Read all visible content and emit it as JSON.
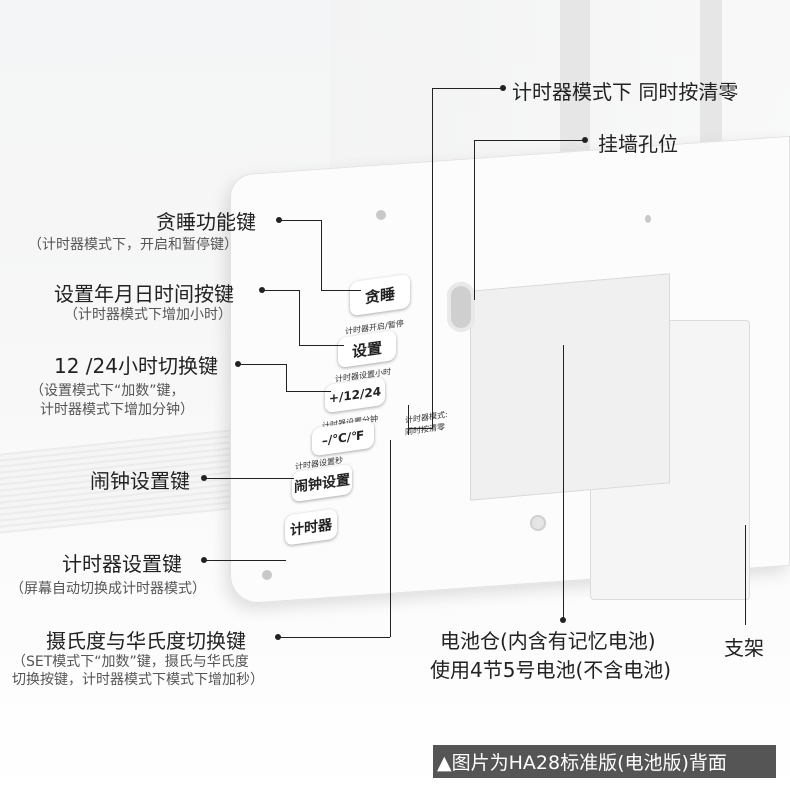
{
  "labels": {
    "reset": "计时器模式下 同时按清零",
    "wall_hole": "挂墙孔位",
    "snooze": "贪睡功能键",
    "snooze_note": "（计时器模式下，开启和暂停键）",
    "set_time": "设置年月日时间按键",
    "set_time_note": "（计时器模式下增加小时）",
    "hour_mode": "12 /24小时切换键",
    "hour_mode_note_1": "（设置模式下“加数”键，",
    "hour_mode_note_2": "计时器模式下增加分钟）",
    "alarm": "闹钟设置键",
    "timer": "计时器设置键",
    "timer_note": "（屏幕自动切换成计时器模式）",
    "temp": "摄氏度与华氏度切换键",
    "temp_note_1": "（SET模式下“加数”键，摄氏与华氏度",
    "temp_note_2": "切换按键，计时器模式下模式下增加秒）",
    "battery_1": "电池仓(内含有记忆电池)",
    "battery_2": "使用4节5号电池(不含电池)",
    "stand": "支架"
  },
  "buttons": {
    "snooze": "贪睡",
    "snooze_small": "计时器开启/暂停",
    "set": "设置",
    "set_small": "计时器设置小时",
    "hour": "+/12/24",
    "hour_small": "计时器设置分钟",
    "temp": "–/℃/℉",
    "temp_small": "计时器设置秒",
    "alarm": "闹钟设置",
    "timer": "计时器",
    "reset_small_1": "计时器模式:",
    "reset_small_2": "同时按清零"
  },
  "caption": "▲图片为HA28标准版(电池版)背面"
}
